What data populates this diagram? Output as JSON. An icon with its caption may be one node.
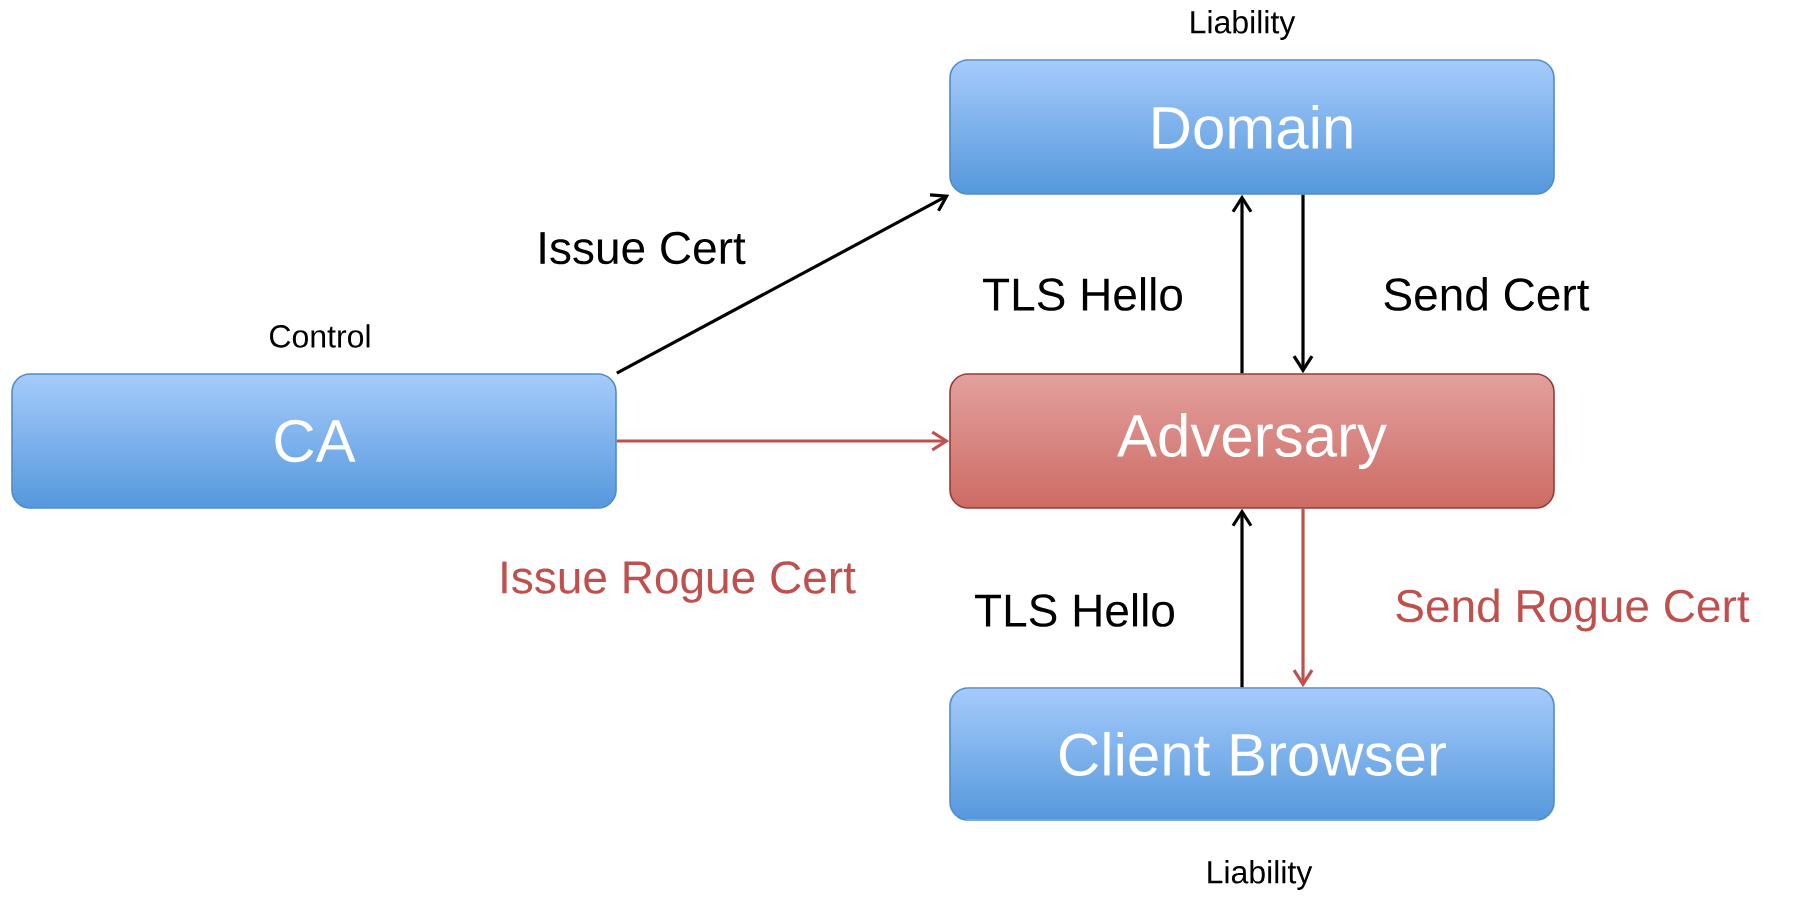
{
  "diagram": {
    "nodes": [
      {
        "text": [
          "Domain"
        ],
        "beside": [
          "Liability"
        ]
      },
      {
        "text": [
          "CA"
        ],
        "beside": [
          "Control"
        ]
      },
      {
        "text": [
          "Adversary"
        ]
      },
      {
        "text": [
          "Client Browser"
        ],
        "beside": [
          "Liability"
        ]
      }
    ],
    "edges": [
      {
        "from": 1,
        "to": 0,
        "arrow": "to",
        "label": "Issue Cert"
      },
      {
        "from": 1,
        "to": 2,
        "arrow": "to",
        "label": "Issue Rogue Cert",
        "color": "#c0504d"
      },
      {
        "from": 2,
        "to": 0,
        "arrow": "to",
        "label": "TLS Hello"
      },
      {
        "from": 0,
        "to": 2,
        "arrow": "to",
        "label": "Send Cert"
      },
      {
        "from": 3,
        "to": 2,
        "arrow": "to",
        "label": "TLS Hello"
      },
      {
        "from": 2,
        "to": 3,
        "arrow": "to",
        "label": "Send Rogue Cert",
        "color": "#c0504d"
      }
    ]
  }
}
